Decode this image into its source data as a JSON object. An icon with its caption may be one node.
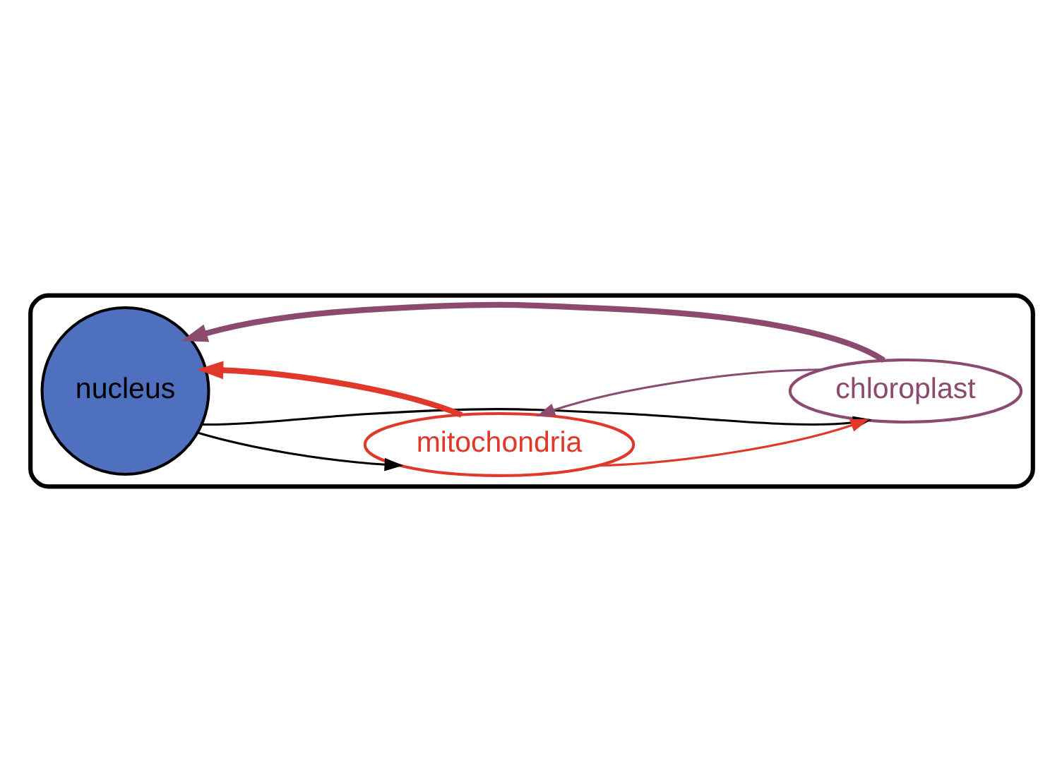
{
  "diagram": {
    "nodes": [
      {
        "text": [],
        "shape": "ellipse"
      },
      {
        "text": [
          "nucleus"
        ],
        "in": 0
      },
      {
        "text": [
          "mitochondria"
        ],
        "in": 0
      },
      {
        "text": [
          "chloroplast"
        ],
        "in": 0
      }
    ],
    "edges": [
      {
        "from": 1,
        "to": 2,
        "arrow": "to",
        "color": "#000000"
      },
      {
        "from": 2,
        "to": 1,
        "arrow": "to",
        "style": "thick",
        "color": "#e0392b"
      },
      {
        "from": 2,
        "to": 3,
        "arrow": "to",
        "color": "#e0392b"
      },
      {
        "from": 3,
        "to": 2,
        "arrow": "to",
        "color": "#8b4a6e"
      },
      {
        "from": 1,
        "to": 3,
        "arrow": "to",
        "color": "#000000"
      },
      {
        "from": 3,
        "to": 1,
        "arrow": "to",
        "style": "thick",
        "color": "#8b4a6e"
      }
    ]
  }
}
